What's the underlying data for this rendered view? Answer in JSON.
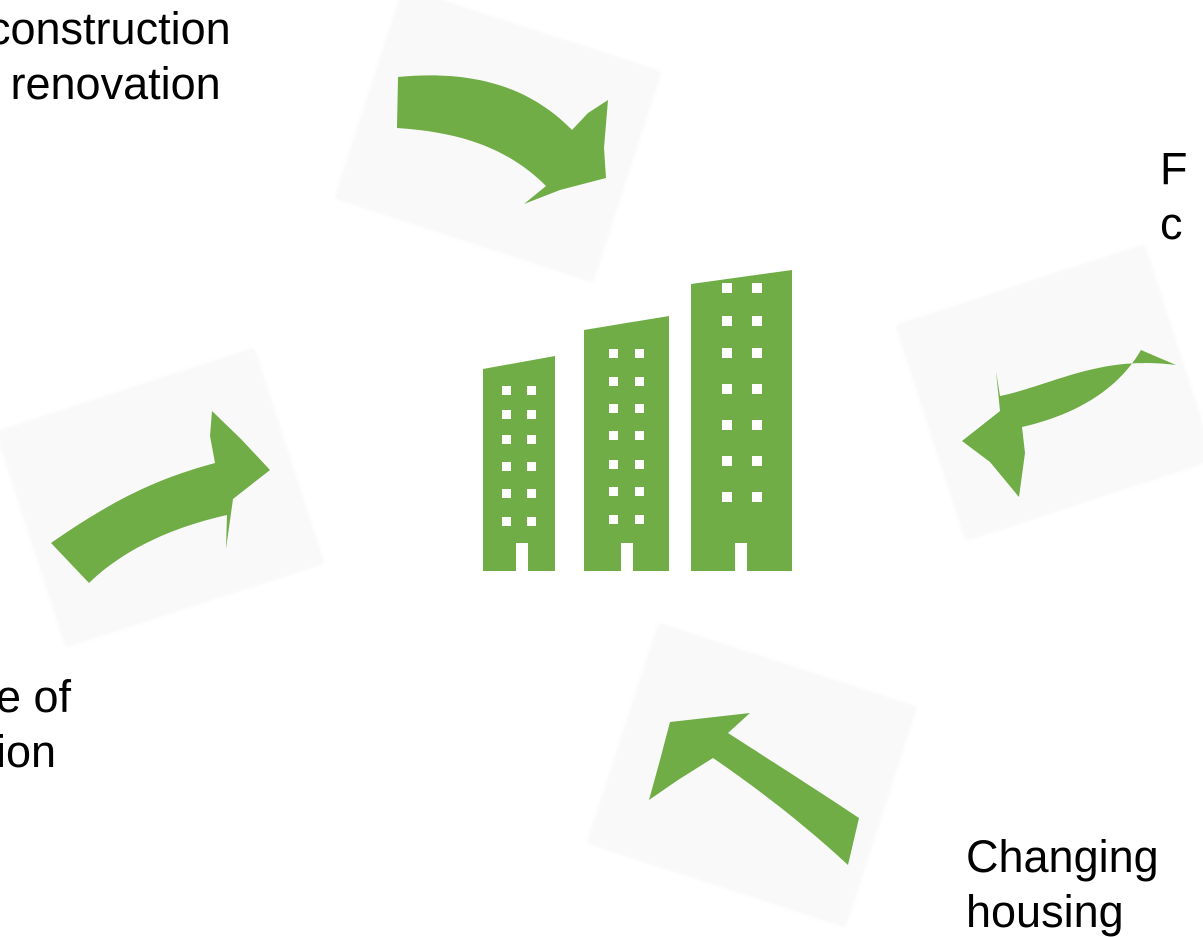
{
  "labels": {
    "top_left": [
      "construction",
      "l renovation"
    ],
    "right": [
      "F",
      "c"
    ],
    "left": [
      "e of",
      "ion"
    ],
    "bottom_right": [
      "Changing",
      "housing"
    ]
  },
  "colors": {
    "accent": "#70ad47",
    "text": "#000000",
    "card": "#f9f9f9",
    "background": "#ffffff"
  },
  "icons": {
    "center": "city-buildings-icon",
    "arrows": [
      "curved-arrow-icon",
      "curved-arrow-icon",
      "curved-arrow-icon",
      "curved-arrow-icon"
    ]
  }
}
